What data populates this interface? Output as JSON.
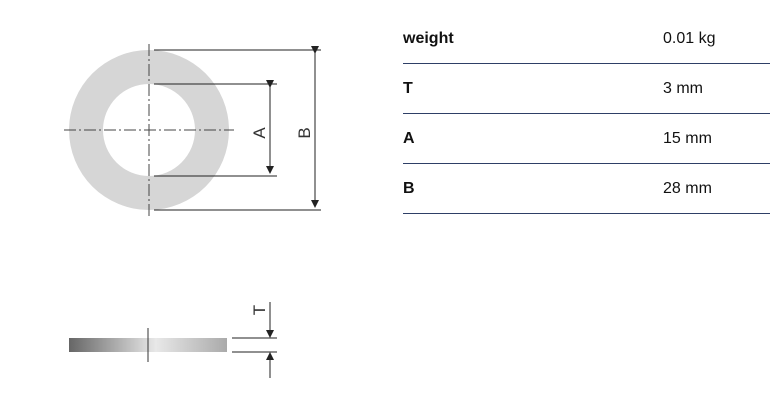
{
  "drawing": {
    "labels": {
      "inner_diameter": "A",
      "outer_diameter": "B",
      "thickness": "T"
    },
    "colors": {
      "washer_fill": "#d6d6d6",
      "line": "#222222",
      "centerline": "#444444"
    }
  },
  "specs": [
    {
      "label": "weight",
      "value": "0.01 kg"
    },
    {
      "label": "T",
      "value": "3 mm"
    },
    {
      "label": "A",
      "value": "15 mm"
    },
    {
      "label": "B",
      "value": "28 mm"
    }
  ],
  "colors": {
    "table_rule": "#2e3f66",
    "text": "#111111"
  }
}
